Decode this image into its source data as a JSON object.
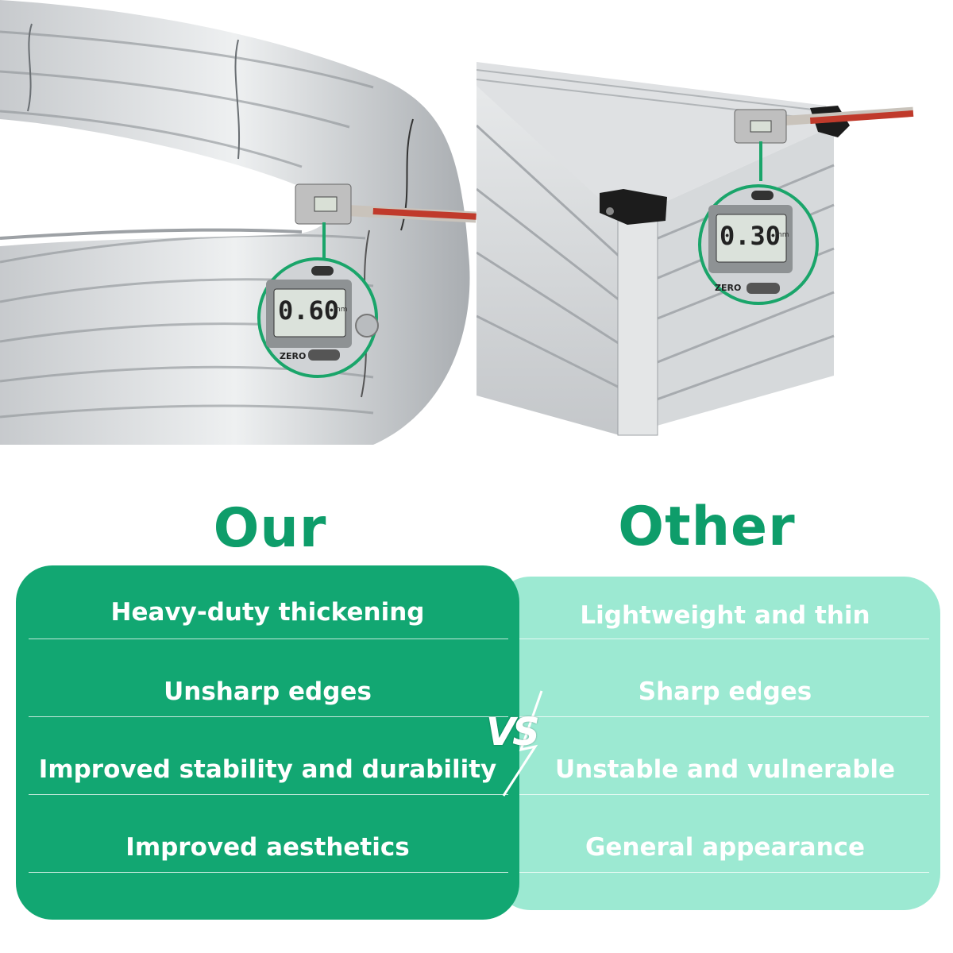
{
  "headings": {
    "our": "Our",
    "other": "Other"
  },
  "photos": {
    "left": {
      "reading": "0.60",
      "unit": "mm",
      "button_label": "ZERO"
    },
    "right": {
      "reading": "0.30",
      "unit": "mm",
      "button_label": "ZERO"
    }
  },
  "our_features": [
    "Heavy-duty thickening",
    "Unsharp edges",
    "Improved stability and durability",
    "Improved aesthetics"
  ],
  "other_features": [
    "Lightweight and thin",
    "Sharp edges",
    "Unstable and vulnerable",
    "General appearance"
  ],
  "vs_label": "VS",
  "colors": {
    "brand_green": "#0e9d6a",
    "our_panel": "#12a772",
    "other_panel": "#9ce9d2",
    "callout_green": "#1aa56a"
  }
}
